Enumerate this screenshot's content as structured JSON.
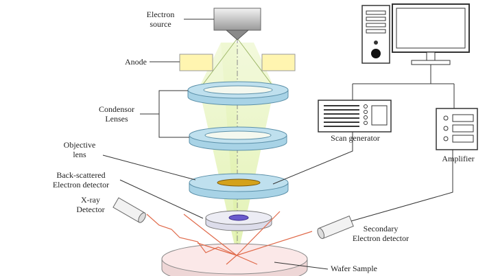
{
  "labels": {
    "electron_source": [
      "Electron",
      "source"
    ],
    "anode": "Anode",
    "condensor_lenses": [
      "Condensor",
      "Lenses"
    ],
    "objective_lens": [
      "Objective",
      "lens"
    ],
    "backscattered_detector": [
      "Back-scattered",
      "Electron detector"
    ],
    "xray_detector": [
      "X-ray",
      "Detector"
    ],
    "scan_generator": "Scan generator",
    "amplifier": "Amplifier",
    "secondary_detector": [
      "Secondary",
      "Electron detector"
    ],
    "wafer_sample": "Wafer Sample"
  },
  "colors": {
    "beam": "#dff0b0",
    "lens": "#bfe0ee",
    "anode": "#fff5b0",
    "source": "#b8b8b8",
    "signal": "#e06a4a",
    "objective_core": "#d4a21c",
    "detector_core": "#6a5acd",
    "wafer": "#fbe8e8"
  }
}
